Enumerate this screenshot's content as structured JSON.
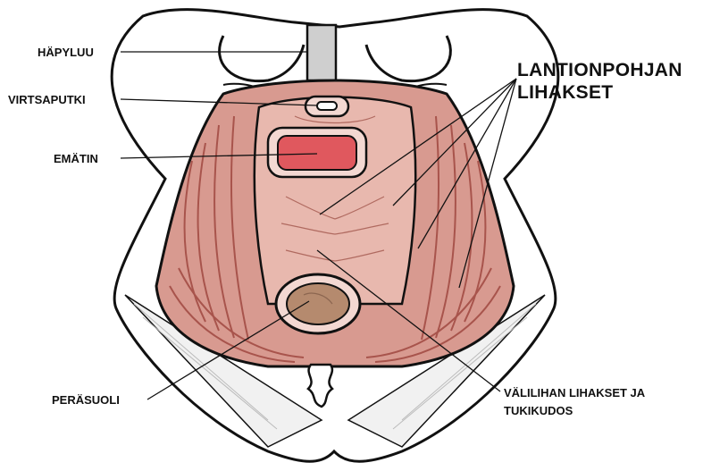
{
  "labels": {
    "hapyluu": "HÄPYLUU",
    "virtsaputki": "VIRTSAPUTKI",
    "ematin": "EMÄTIN",
    "perasuoli": "PERÄSUOLI",
    "lantionpohja_line1": "LANTIONPOHJAN",
    "lantionpohja_line2": "LIHAKSET",
    "valiliha_line1": "VÄLILIHAN LIHAKSET JA",
    "valiliha_line2": "TUKIKUDOS"
  },
  "colors": {
    "muscle": "#d89a90",
    "muscle_light": "#e8b8ae",
    "muscle_fiber": "#a8544c",
    "vagina": "#e0585e",
    "rectum": "#b58a6e",
    "bone": "#ffffff",
    "pubic_bone": "#cfcfcf",
    "outline": "#111111"
  }
}
